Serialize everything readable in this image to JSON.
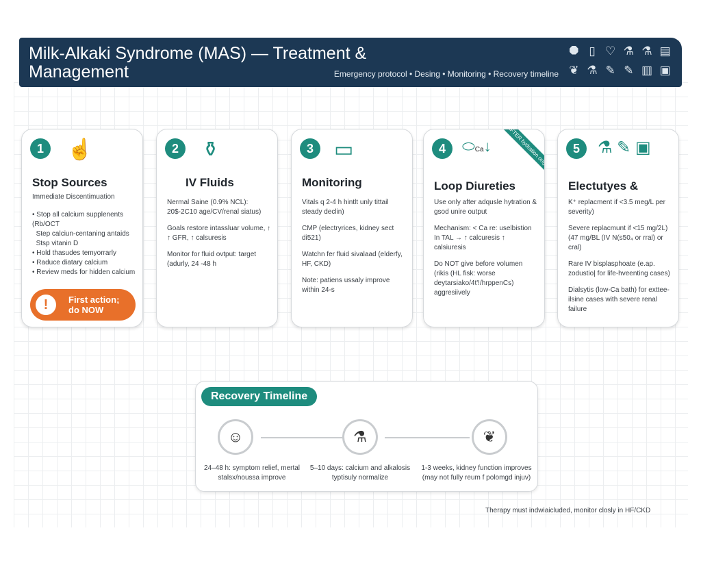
{
  "header": {
    "title": "Milk-Alkaki Syndrome (MAS) — Treatment & Management",
    "subtitle": "Emergency protocol • Desing • Monitoring • Recovery timeline",
    "icons": [
      "stop-sign-icon",
      "iv-bag-icon",
      "heart-monitor-icon",
      "flask-icon",
      "flask-icon",
      "device-icon",
      "kidney-icon",
      "flask-icon",
      "syringe-icon",
      "syringe-icon",
      "monitor-icon",
      "dialysis-machine-icon"
    ]
  },
  "colors": {
    "header": "#1c3854",
    "accent": "#1e8c7e",
    "action": "#e8702a"
  },
  "cards": [
    {
      "num": "1",
      "title": "Stop Sources",
      "subtitle": "Immediate Discentimuation",
      "items": [
        "Stop all calcium supplenents (Rb/OCT",
        "Step calciun-centaning antaids",
        "Stsp vitanin D",
        "Hold thasudes temyorrarly",
        "Raduce diatary calcium",
        "Review meds for hidden calcium"
      ],
      "cta": "First action; do NOW"
    },
    {
      "num": "2",
      "title": "IV Fluids",
      "paras": [
        "Nermal Saine (0.9% NCL): 20$-2C10 age/CV/renal siatus)",
        "Goals restore intassluar volume, ↑ ↑ GFR, ↑ calsuresis",
        "Monitor for fluid ovtput: target (adurly, 24 -48 h"
      ]
    },
    {
      "num": "3",
      "title": "Monitoring",
      "paras": [
        "Vitals q 2-4 h hintlt unly tittail steady declin)",
        "CMP (electryrices, kidney sect di521)",
        "Watchn fer fluid sivalaad (elderfy, HF, CKD)",
        "Note: patiens ussaly improve within 24-s"
      ]
    },
    {
      "num": "4",
      "title": "Loop Diureties",
      "ribbon": "AFTER hydration only",
      "icon_label": "Ca",
      "paras": [
        "Use only after adqusle hytration & gsod unire output",
        "Mechanism: < Ca re: uselbistion In TAL → ↑ calcuresis ↑ calsiuresis",
        "Do NOT give before volumen (rikis (HL fisk: worse deytarsiako/4t'!/hrppenCs) aggresiively"
      ]
    },
    {
      "num": "5",
      "title": "Electutyes &",
      "paras": [
        "K⁺ replacment if <3.5 meg/L per severity)",
        "Severe replacmunt if <15 mg/2L) (47 mg/BL (IV N(s50₄ or rral) or cral)",
        "Rare IV bisplasphoate (e.ap. zodustio| for life-hveenting cases)",
        "Dialsytis (low-Ca bath) for exttee-ilsine cases with severe renal failure"
      ]
    }
  ],
  "recovery": {
    "title": "Recovery Timeline",
    "steps": [
      {
        "icon": "person-icon",
        "text": "24–48 h: symptom relief, mertal stalsx/noussa improve"
      },
      {
        "icon": "lab-flask-icon",
        "text": "5–10 days: calcium and alkalosis typtisuly normalize"
      },
      {
        "icon": "kidney-icon",
        "text": "1-3 weeks, kidney function improves (may not fully reum f polomgd injuv)"
      }
    ]
  },
  "footer": "Therapy must indwiaicluded, monitor closly in HF/CKD"
}
